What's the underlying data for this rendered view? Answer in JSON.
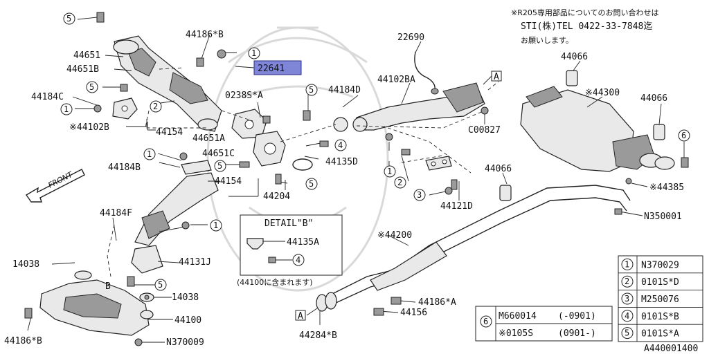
{
  "note": {
    "line1": "※R205専用部品についてのお問い合わせは",
    "line2": "STI(株)TEL 0422-33-7848迄",
    "line3": "お願いします。"
  },
  "labels": {
    "p44186b_top": "44186*B",
    "p44651": "44651",
    "p44651b": "44651B",
    "p22641": "22641",
    "p44184c": "44184C",
    "p44102b": "※44102B",
    "p44154_top": "44154",
    "p0238sa": "0238S*A",
    "p44651a": "44651A",
    "p44651c": "44651C",
    "p44184d": "44184D",
    "p44135d": "44135D",
    "p22690": "22690",
    "p44102ba": "44102BA",
    "pc00827": "C00827",
    "p44066_a": "44066",
    "p44300": "※44300",
    "p44066_b": "44066",
    "p44066_c": "44066",
    "p44385": "※44385",
    "pn350001": "N350001",
    "p44121d": "44121D",
    "p44184b": "44184B",
    "p44154_mid": "44154",
    "p44204": "44204",
    "p44184f": "44184F",
    "p14038_l": "14038",
    "p44131j": "44131J",
    "p14038_r": "14038",
    "p44100": "44100",
    "p44186b_bot": "44186*B",
    "pn370009": "N370009",
    "p44200": "※44200",
    "p44186a": "44186*A",
    "p44156": "44156",
    "p44284b": "44284*B",
    "front": "FRONT",
    "detail_b_marker": "B",
    "box_a_1": "A",
    "box_a_2": "A",
    "catalog_no": "A440001400"
  },
  "refs": {
    "r5_top": "5",
    "r1_a": "1",
    "r5_b": "5",
    "r1_b": "1",
    "r2_a": "2",
    "r5_c": "5",
    "r4_a": "4",
    "r1_c": "1",
    "r5_d": "5",
    "r5_e": "5",
    "r1_d": "1",
    "r2_b": "2",
    "r3_a": "3",
    "r6_a": "6",
    "r1_e": "1",
    "r5_f": "5",
    "r4_detail": "4",
    "r6_table": "6"
  },
  "detail": {
    "title": "DETAIL\"B\"",
    "part": "44135A",
    "caption": "(44100に含まれます)"
  },
  "legend": [
    {
      "ref": "1",
      "code": "N370029"
    },
    {
      "ref": "2",
      "code": "0101S*D"
    },
    {
      "ref": "3",
      "code": "M250076"
    },
    {
      "ref": "4",
      "code": "0101S*B"
    },
    {
      "ref": "5",
      "code": "0101S*A"
    }
  ],
  "table6": [
    {
      "code": "M660014",
      "range": "(-0901)"
    },
    {
      "code": "※0105S",
      "range": "(0901-)"
    }
  ]
}
